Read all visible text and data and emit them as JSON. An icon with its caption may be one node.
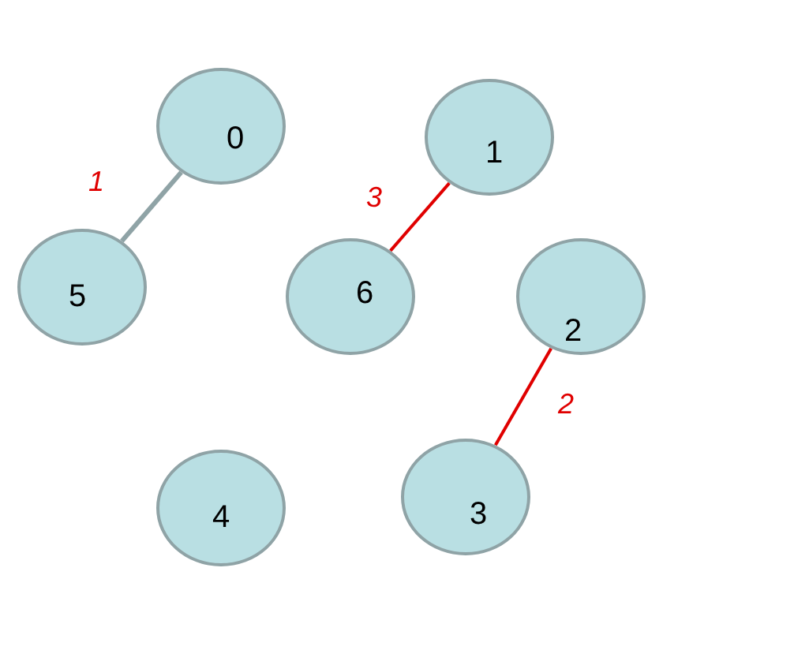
{
  "diagram": {
    "nodes": [
      {
        "text": [
          "0"
        ]
      },
      {
        "text": [
          "1"
        ]
      },
      {
        "text": [
          "2"
        ]
      },
      {
        "text": [
          "3"
        ]
      },
      {
        "text": [
          "4"
        ]
      },
      {
        "text": [
          "5"
        ]
      },
      {
        "text": [
          "6"
        ]
      }
    ],
    "edges": [
      {
        "from": 0,
        "to": 5,
        "arrow": "none",
        "label": "1",
        "color": "#8fa3a6"
      },
      {
        "from": 6,
        "to": 1,
        "arrow": "none",
        "label": "3"
      },
      {
        "from": 3,
        "to": 2,
        "arrow": "none",
        "label": "2"
      }
    ]
  }
}
